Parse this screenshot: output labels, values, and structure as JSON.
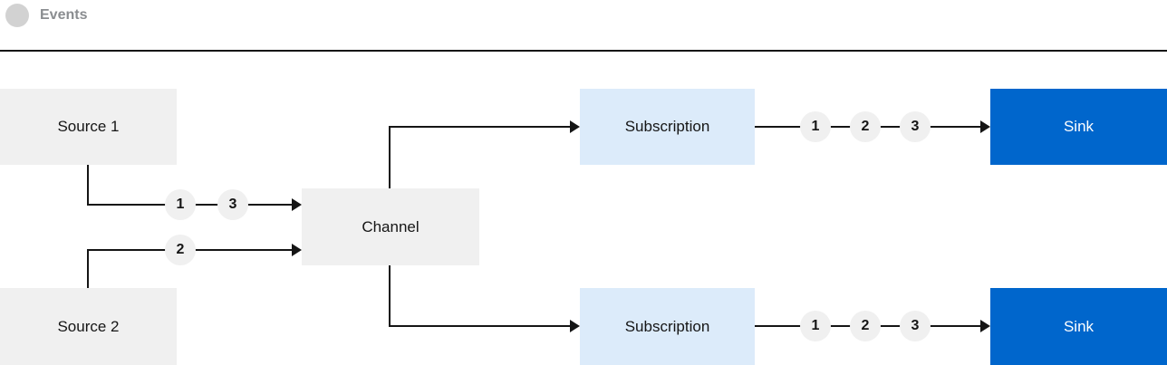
{
  "legend": {
    "label": "Events"
  },
  "colors": {
    "sink_bg": "#0066cc",
    "subscription_bg": "#dcebfa",
    "node_bg": "#f0f0f0",
    "line": "#151515",
    "legend_text": "#8a8d90",
    "legend_circle": "#d2d2d2"
  },
  "nodes": {
    "source1": {
      "label": "Source 1"
    },
    "source2": {
      "label": "Source 2"
    },
    "channel": {
      "label": "Channel"
    },
    "subscription_top": {
      "label": "Subscription"
    },
    "subscription_bottom": {
      "label": "Subscription"
    },
    "sink_top": {
      "label": "Sink"
    },
    "sink_bottom": {
      "label": "Sink"
    }
  },
  "edges": {
    "source1_to_channel": {
      "events": [
        "1",
        "3"
      ]
    },
    "source2_to_channel": {
      "events": [
        "2"
      ]
    },
    "subscription_top_to_sink": {
      "events": [
        "1",
        "2",
        "3"
      ]
    },
    "subscription_bottom_to_sink": {
      "events": [
        "1",
        "2",
        "3"
      ]
    }
  }
}
